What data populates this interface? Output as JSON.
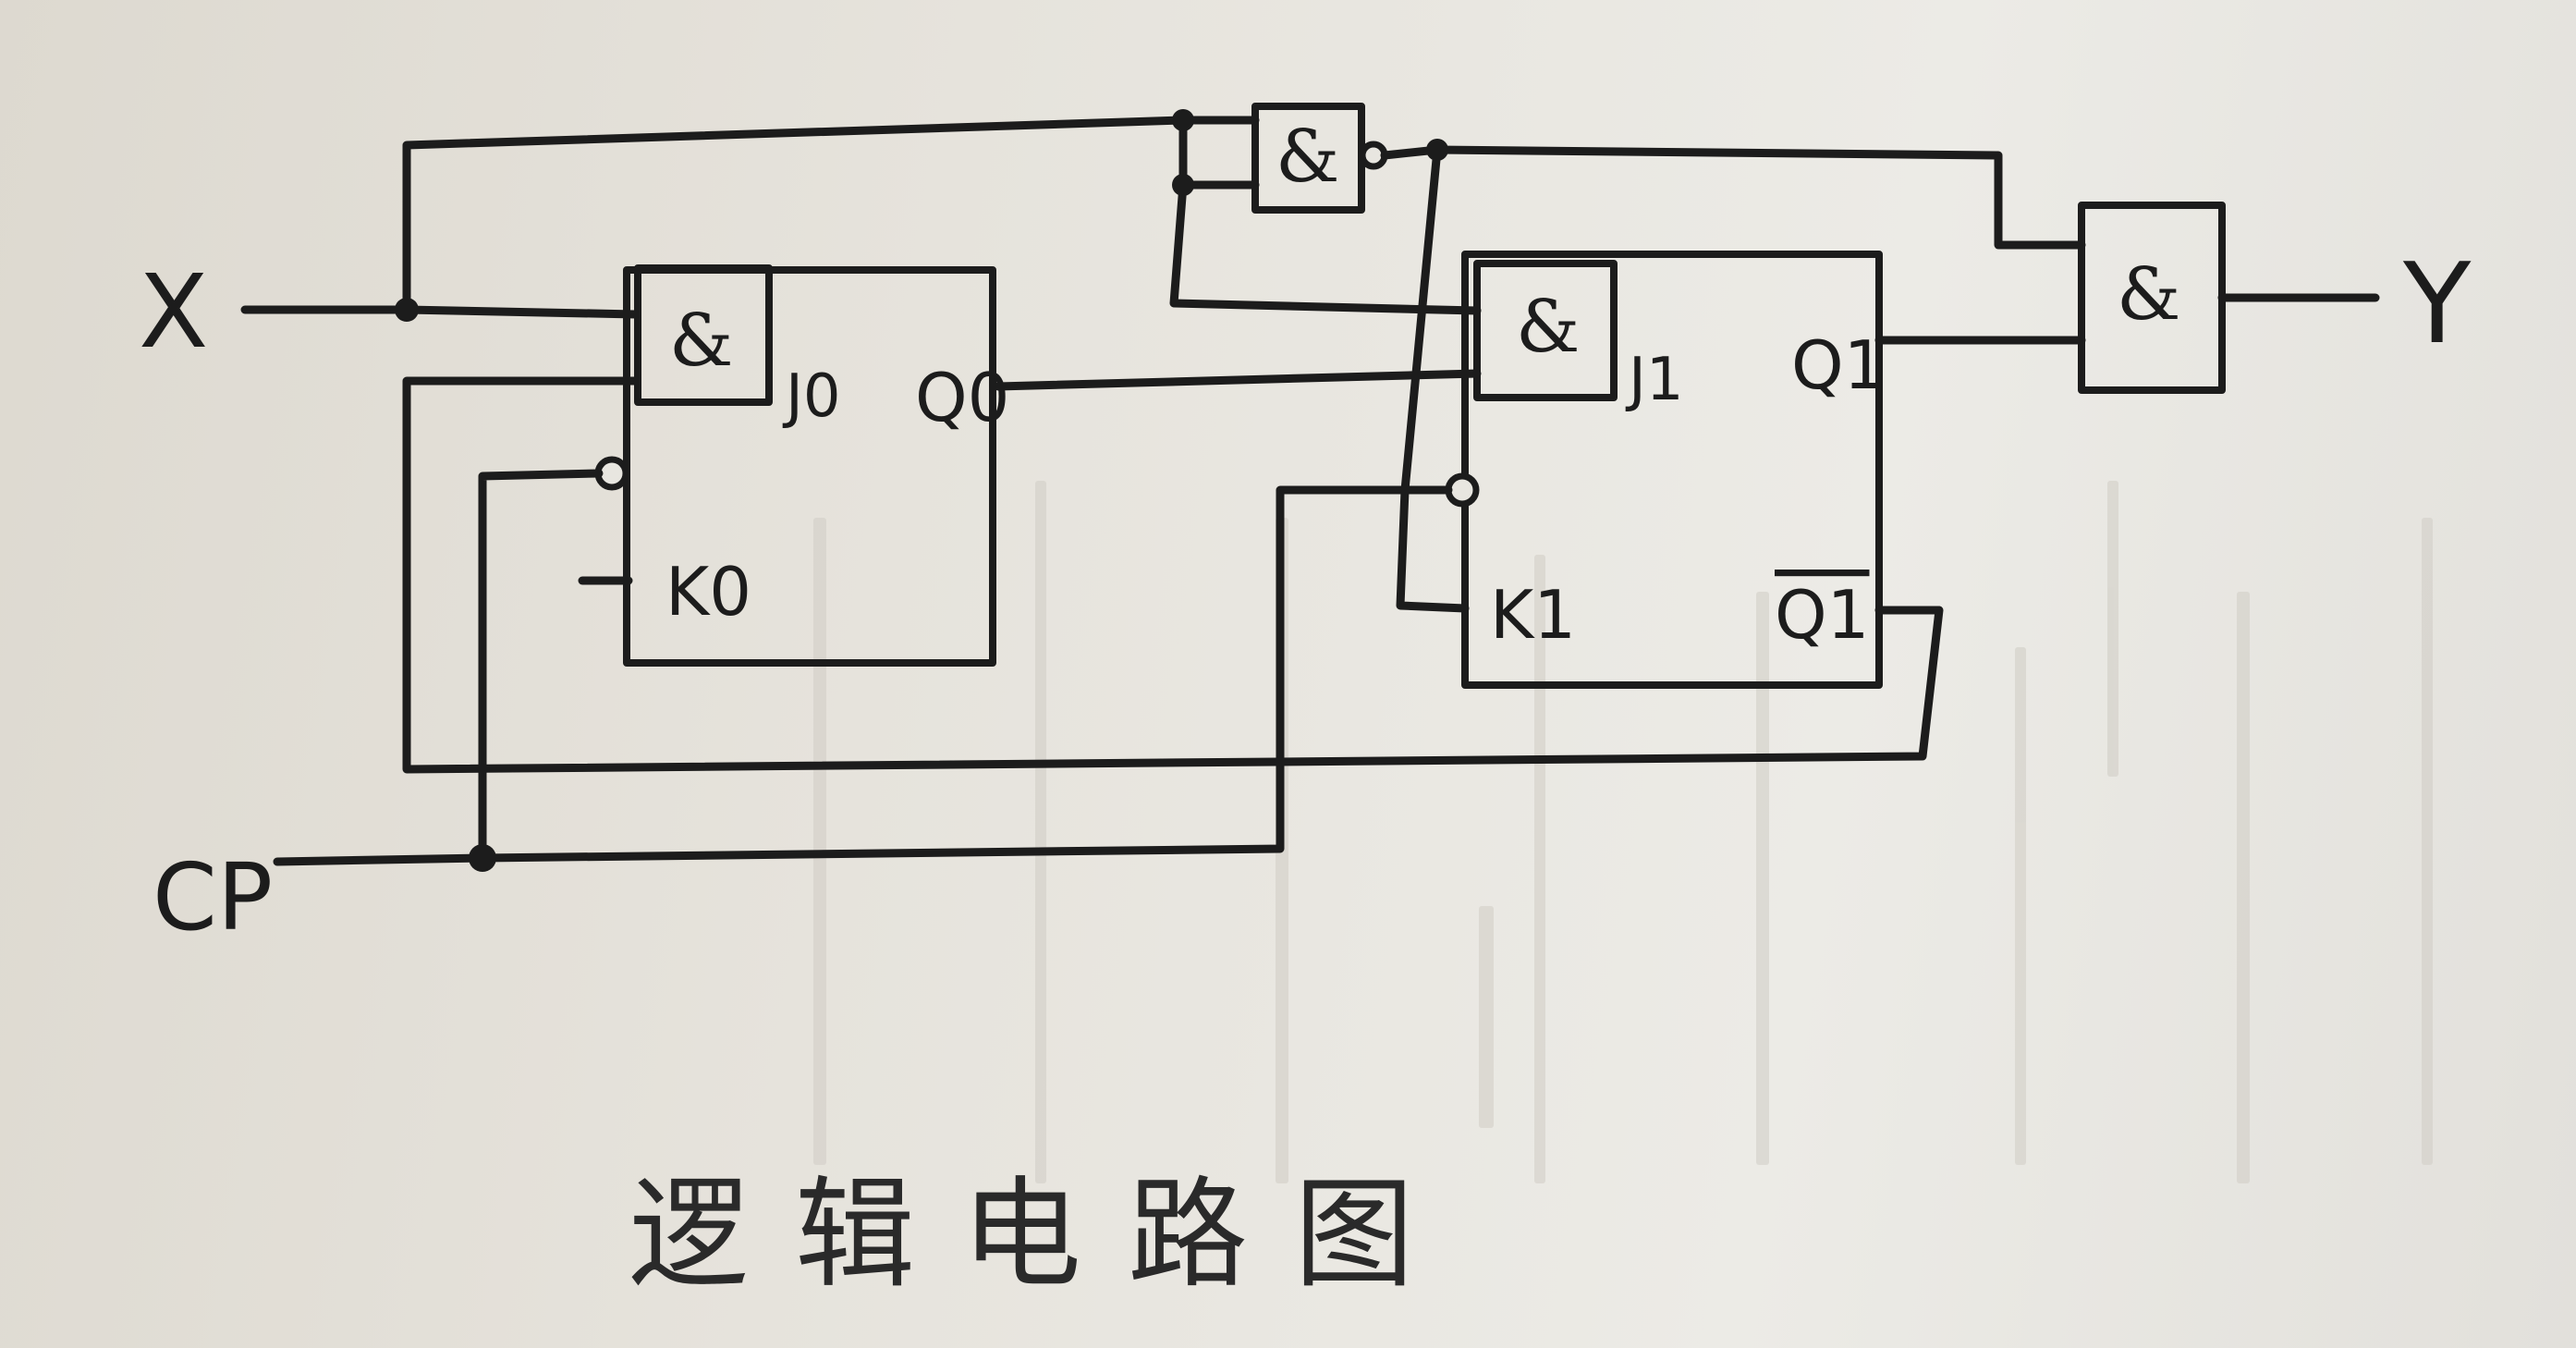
{
  "caption": "逻辑电路图",
  "inputs": {
    "x": "X",
    "cp": "CP"
  },
  "output": {
    "y": "Y"
  },
  "flipflop0": {
    "gate": "&",
    "j": "J0",
    "k": "K0",
    "q": "Q0"
  },
  "flipflop1": {
    "gate": "&",
    "j": "J1",
    "k": "K1",
    "q": "Q1",
    "q_bar": "Q1"
  },
  "nand_gate": {
    "symbol": "&"
  },
  "and_gate": {
    "symbol": "&"
  },
  "colors": {
    "ink": "#1c1c1c",
    "paper": "#e6e3dc"
  }
}
